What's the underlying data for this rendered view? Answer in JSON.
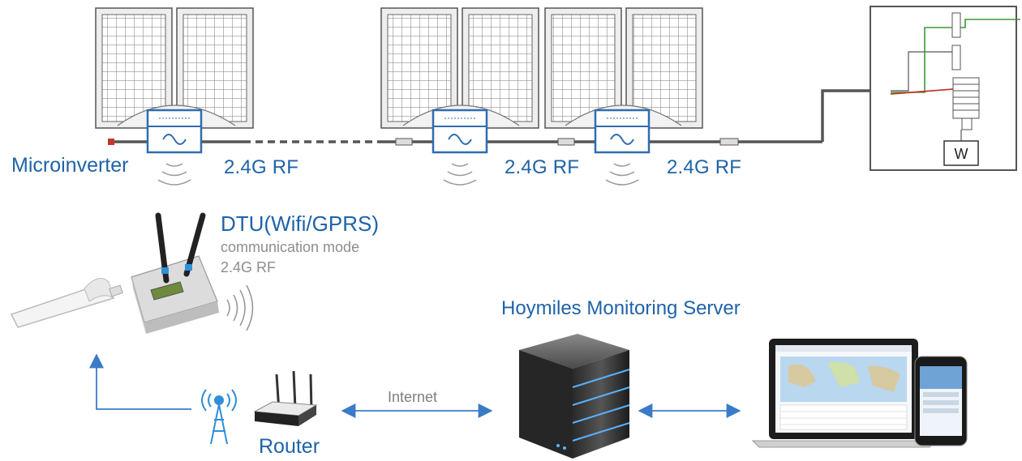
{
  "labels": {
    "microinverter": "Microinverter",
    "rf_links": [
      "2.4G RF",
      "2.4G RF",
      "2.4G RF"
    ],
    "dtu_title": "DTU(Wifi/GPRS)",
    "dtu_mode": "communication mode",
    "dtu_rf": "2.4G RF",
    "server": "Hoymiles Monitoring Server",
    "internet": "Internet",
    "router": "Router",
    "meter": "W"
  },
  "colors": {
    "accent_blue": "#1f63a8",
    "arrow_blue": "#3a7bc8",
    "cable_gray": "#555555",
    "wire_green": "#3a9a3a",
    "wire_red": "#c0392b"
  },
  "icons": [
    "solar-panel",
    "microinverter",
    "rf-waves",
    "dtu-device",
    "usb-dongle",
    "antenna-tower",
    "router",
    "server",
    "laptop",
    "smartphone",
    "electric-meter",
    "breaker-panel"
  ]
}
